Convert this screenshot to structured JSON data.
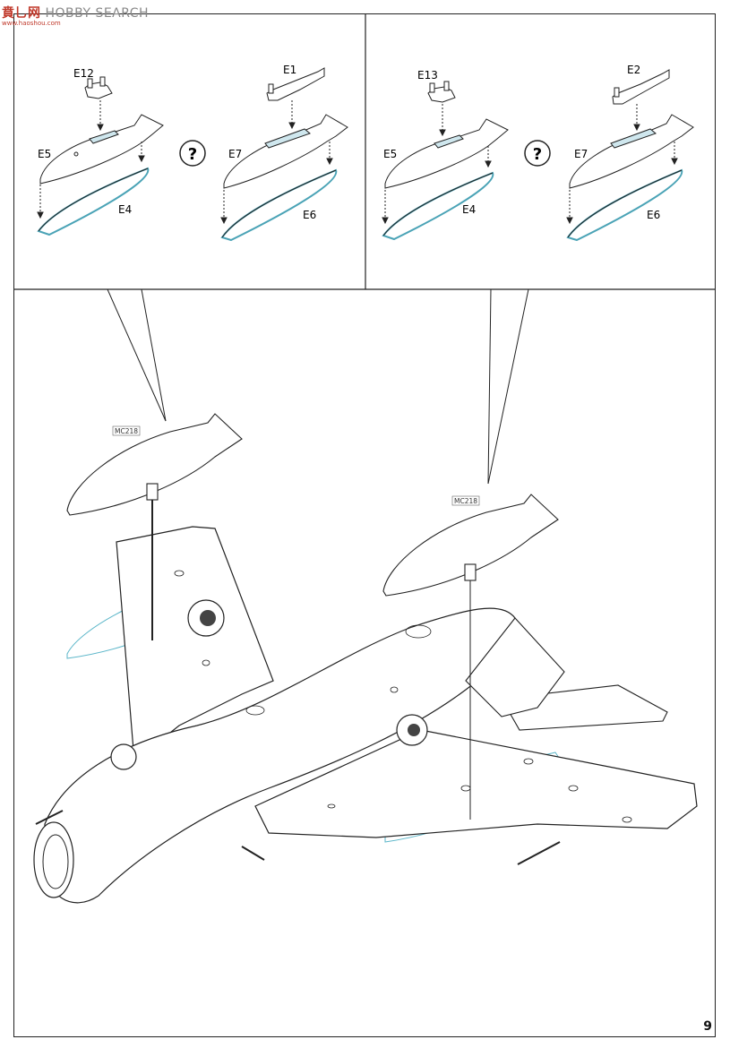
{
  "watermark": {
    "site_cn": "賁乚网",
    "site_en": "HOBBY SEARCH",
    "url": "www.haoshou.com"
  },
  "page_number": "9",
  "callouts": {
    "left": {
      "option_a": {
        "top_part": "E12",
        "tank_upper": "E5",
        "tank_lower": "E4"
      },
      "option_b": {
        "top_part": "E1",
        "tank_upper": "E7",
        "tank_lower": "E6"
      }
    },
    "right": {
      "option_a": {
        "top_part": "E13",
        "tank_upper": "E5",
        "tank_lower": "E4"
      },
      "option_b": {
        "top_part": "E2",
        "tank_upper": "E7",
        "tank_lower": "E6"
      }
    },
    "choice_symbol": "?"
  },
  "tank_labels": {
    "left": "MC218",
    "right": "MC218"
  }
}
